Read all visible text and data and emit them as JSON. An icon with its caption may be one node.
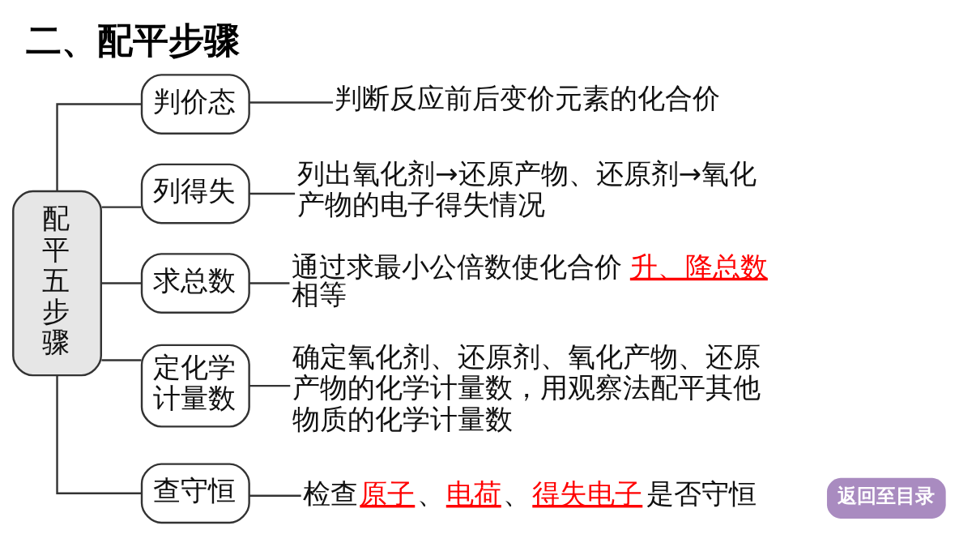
{
  "diagram": {
    "title": "二、配平步骤",
    "nodes": [
      {
        "text": [
          "配平五步骤"
        ]
      },
      {
        "text": [
          "判价态"
        ]
      },
      {
        "text": [
          "判断反应前后变价元素的化合价"
        ]
      },
      {
        "text": [
          "列得失"
        ]
      },
      {
        "text": [
          "列出氧化剂→还原产物、还原剂→氧化产物的电子得失情况"
        ]
      },
      {
        "text": [
          "求总数"
        ]
      },
      {
        "text": [
          "通过求最小公倍数使化合价",
          "升、降总数",
          "相等"
        ]
      },
      {
        "text": [
          "定化学计量数"
        ]
      },
      {
        "text": [
          "确定氧化剂、还原剂、氧化产物、还原产物的化学计量数，用观察法配平其他物质的化学计量数"
        ]
      },
      {
        "text": [
          "查守恒"
        ]
      },
      {
        "text": [
          "检查",
          "原子",
          "、",
          "电荷",
          "、",
          "得失电子",
          "是否守恒"
        ]
      }
    ],
    "edges": [
      {
        "from": 0,
        "to": 1,
        "arrow": "none"
      },
      {
        "from": 1,
        "to": 2,
        "arrow": "none"
      },
      {
        "from": 0,
        "to": 3,
        "arrow": "none"
      },
      {
        "from": 3,
        "to": 4,
        "arrow": "none"
      },
      {
        "from": 0,
        "to": 5,
        "arrow": "none"
      },
      {
        "from": 5,
        "to": 6,
        "arrow": "none"
      },
      {
        "from": 0,
        "to": 7,
        "arrow": "none"
      },
      {
        "from": 7,
        "to": 8,
        "arrow": "none"
      },
      {
        "from": 0,
        "to": 9,
        "arrow": "none"
      },
      {
        "from": 9,
        "to": 10,
        "arrow": "none"
      }
    ],
    "labels": [
      "返回至目录"
    ]
  }
}
